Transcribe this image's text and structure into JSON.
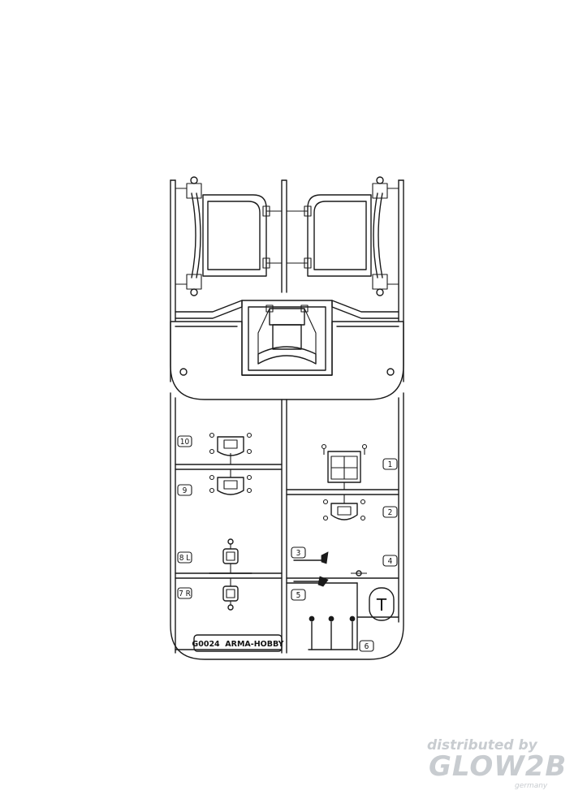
{
  "sprue": {
    "code_label": "G0024  ARMA-HOBBY",
    "part_numbers": [
      "10",
      "9",
      "8 L",
      "7 R",
      "1",
      "2",
      "3",
      "4",
      "5",
      "6"
    ],
    "tab_letter": "T"
  },
  "watermark": {
    "line1": "distributed by",
    "line2": "GLOW2B",
    "line3": "germany"
  }
}
